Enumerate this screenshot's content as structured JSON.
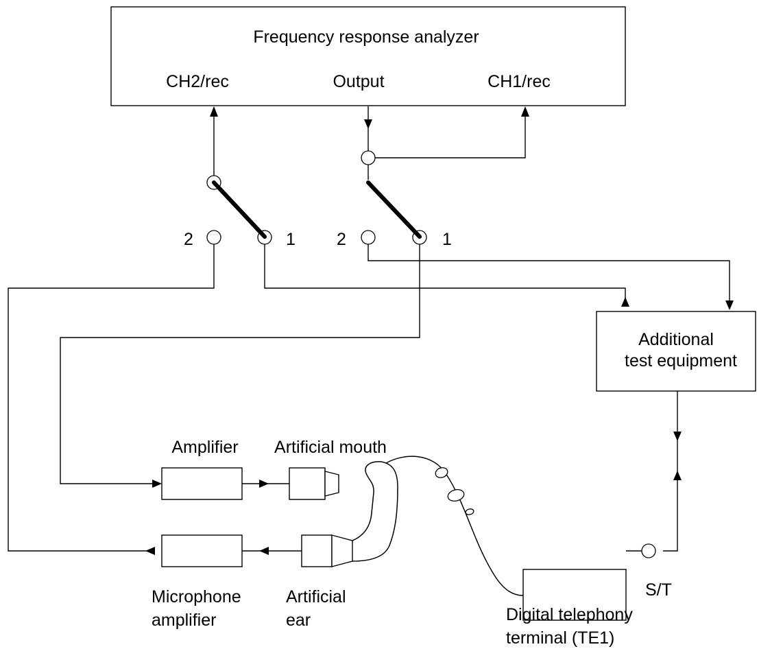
{
  "analyzer": {
    "title": "Frequency response analyzer",
    "ch2": "CH2/rec",
    "output": "Output",
    "ch1": "CH1/rec"
  },
  "switch_left": {
    "pos2": "2",
    "pos1": "1"
  },
  "switch_right": {
    "pos2": "2",
    "pos1": "1"
  },
  "additional_equipment": {
    "line1": "Additional",
    "line2": "test equipment"
  },
  "amplifier": {
    "label": "Amplifier"
  },
  "artificial_mouth": {
    "label": "Artificial mouth"
  },
  "microphone_amplifier": {
    "line1": "Microphone",
    "line2": "amplifier"
  },
  "artificial_ear": {
    "line1": "Artificial",
    "line2": "ear"
  },
  "terminal": {
    "line1": "Digital telephony",
    "line2": "terminal (TE1)"
  },
  "interface": {
    "label": "S/T"
  }
}
